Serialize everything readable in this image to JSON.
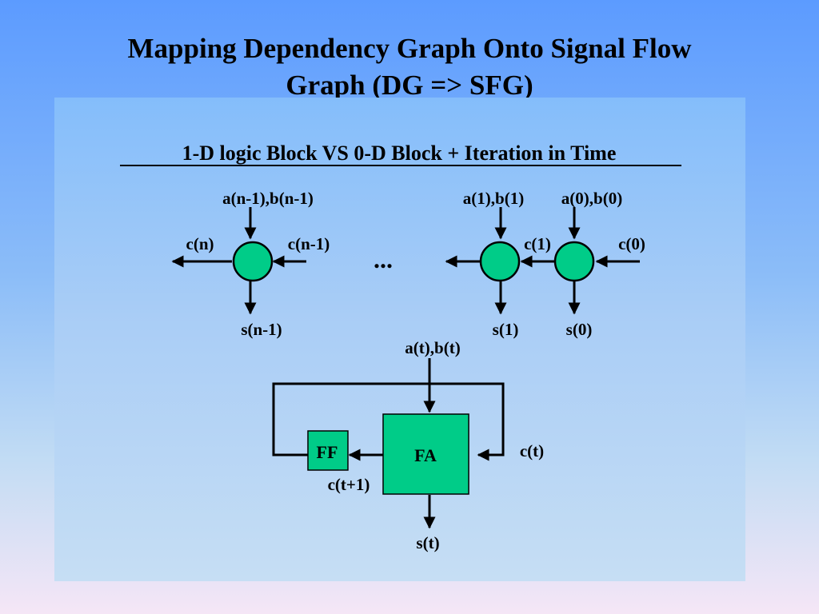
{
  "slide": {
    "title_line1": "Mapping Dependency Graph Onto Signal Flow",
    "title_line2": "Graph (DG => SFG)"
  },
  "diagram": {
    "subtitle": "1-D logic Block VS 0-D Block + Iteration in Time",
    "dg": {
      "node_left": {
        "input": "a(n-1),b(n-1)",
        "carry_out": "c(n)",
        "carry_in": "c(n-1)",
        "sum": "s(n-1)"
      },
      "ellipsis": "...",
      "node_mid": {
        "input": "a(1),b(1)",
        "carry_out": "c(1)",
        "sum": "s(1)"
      },
      "node_right": {
        "input": "a(0),b(0)",
        "carry_in": "c(0)",
        "sum": "s(0)"
      }
    },
    "sfg": {
      "input": "a(t),b(t)",
      "fa_label": "FA",
      "ff_label": "FF",
      "carry_in": "c(t)",
      "carry_next": "c(t+1)",
      "sum": "s(t)"
    }
  }
}
